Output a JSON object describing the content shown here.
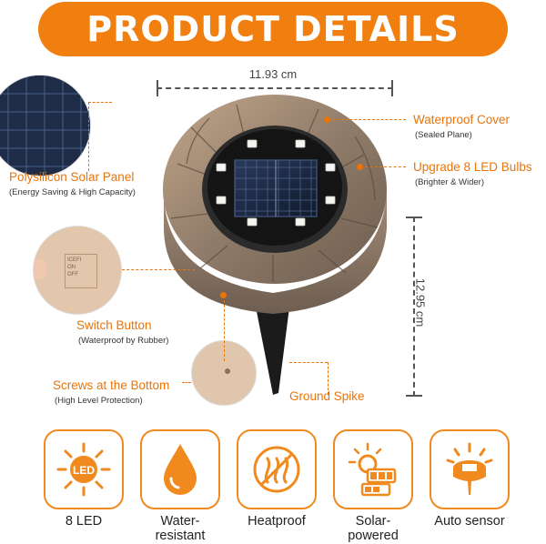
{
  "header": {
    "title": "PRODUCT DETAILS"
  },
  "dimensions": {
    "width": "11.93 cm",
    "height": "12.95 cm"
  },
  "callouts": {
    "waterproof_cover": {
      "title": "Waterproof Cover",
      "sub": "(Sealed Plane)"
    },
    "led_bulbs": {
      "title": "Upgrade 8 LED Bulbs",
      "sub": "(Brighter & Wider)"
    },
    "solar_panel": {
      "title": "Polysilicon Solar Panel",
      "sub": "(Energy Saving & High Capacity)"
    },
    "switch": {
      "title": "Switch Button",
      "sub": "(Waterproof by Rubber)"
    },
    "screws": {
      "title": "Screws at the Bottom",
      "sub": "(High Level Protection)"
    },
    "spike": {
      "title": "Ground Spike"
    }
  },
  "switch_label_text": {
    "l1": "ICEFI",
    "l2": "ON",
    "l3": "OFF"
  },
  "features": [
    {
      "label": "8 LED",
      "icon": "led-icon",
      "badge": "LED"
    },
    {
      "label": "Water-\nresistant",
      "icon": "water-drop-icon"
    },
    {
      "label": "Heatproof",
      "icon": "heatproof-icon"
    },
    {
      "label": "Solar-\npowered",
      "icon": "solar-battery-icon"
    },
    {
      "label": "Auto sensor",
      "icon": "auto-sensor-icon"
    }
  ],
  "colors": {
    "accent": "#f07f10",
    "panel": "#1c2a44",
    "stone": "#9a8a78"
  }
}
